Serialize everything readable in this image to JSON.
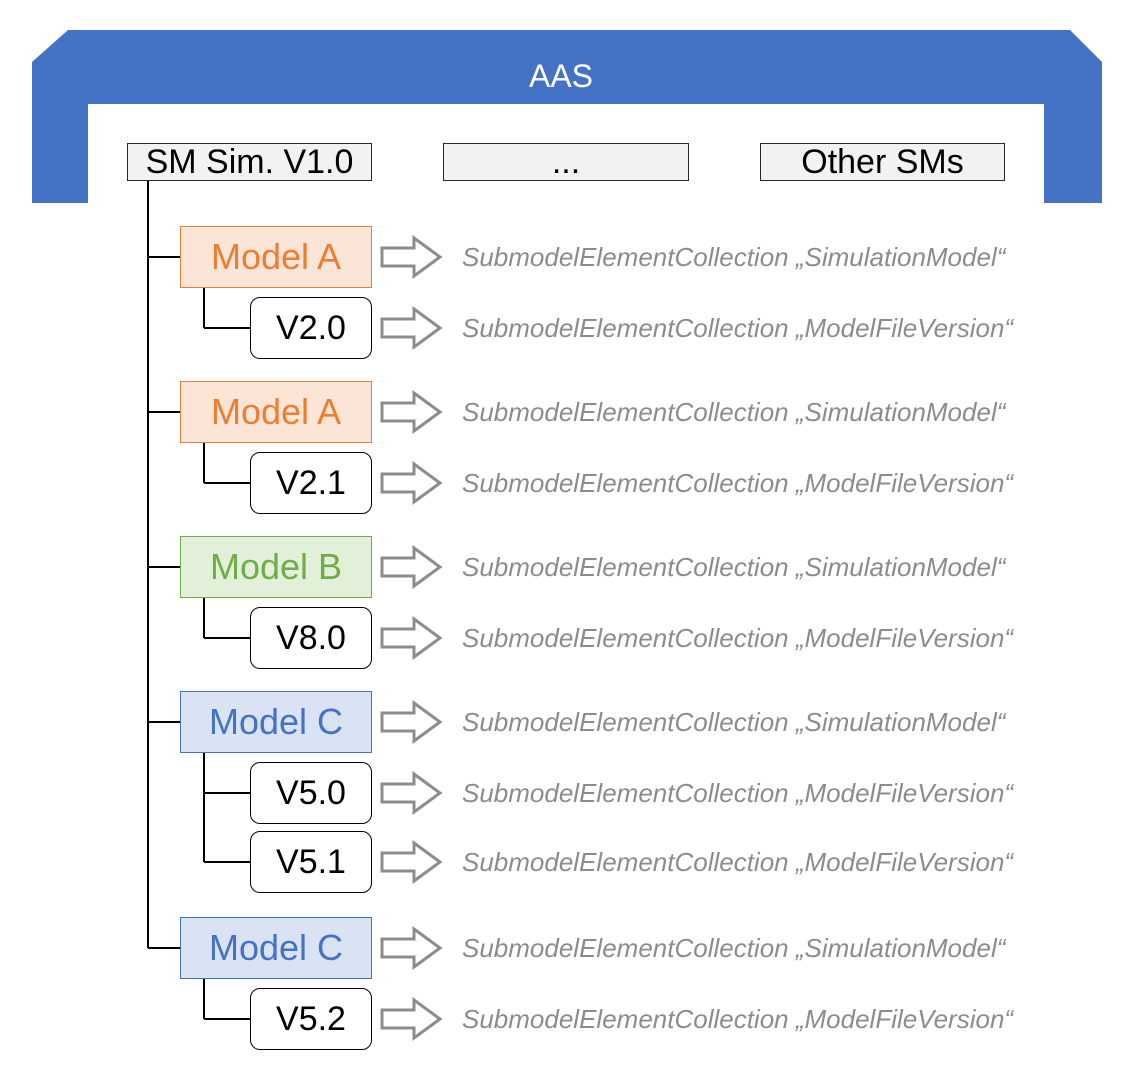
{
  "aas": {
    "title": "AAS",
    "color": "#4472c4"
  },
  "submodels": [
    {
      "label": "SM Sim. V1.0"
    },
    {
      "label": "..."
    },
    {
      "label": "Other SMs"
    }
  ],
  "models": [
    {
      "label": "Model A",
      "color": "#ed7d31",
      "fill": "#fbe5d6",
      "annotation": "SubmodelElementCollection „SimulationModel“",
      "versions": [
        {
          "label": "V2.0",
          "annotation": "SubmodelElementCollection „ModelFileVersion“"
        }
      ]
    },
    {
      "label": "Model A",
      "color": "#ed7d31",
      "fill": "#fbe5d6",
      "annotation": "SubmodelElementCollection „SimulationModel“",
      "versions": [
        {
          "label": "V2.1",
          "annotation": "SubmodelElementCollection „ModelFileVersion“"
        }
      ]
    },
    {
      "label": "Model B",
      "color": "#70ad47",
      "fill": "#e2f0d9",
      "annotation": "SubmodelElementCollection „SimulationModel“",
      "versions": [
        {
          "label": "V8.0",
          "annotation": "SubmodelElementCollection „ModelFileVersion“"
        }
      ]
    },
    {
      "label": "Model C",
      "color": "#4472c4",
      "fill": "#dae3f3",
      "annotation": "SubmodelElementCollection „SimulationModel“",
      "versions": [
        {
          "label": "V5.0",
          "annotation": "SubmodelElementCollection „ModelFileVersion“"
        },
        {
          "label": "V5.1",
          "annotation": "SubmodelElementCollection „ModelFileVersion“"
        }
      ]
    },
    {
      "label": "Model C",
      "color": "#4472c4",
      "fill": "#dae3f3",
      "annotation": "SubmodelElementCollection „SimulationModel“",
      "versions": [
        {
          "label": "V5.2",
          "annotation": "SubmodelElementCollection „ModelFileVersion“"
        }
      ]
    }
  ]
}
